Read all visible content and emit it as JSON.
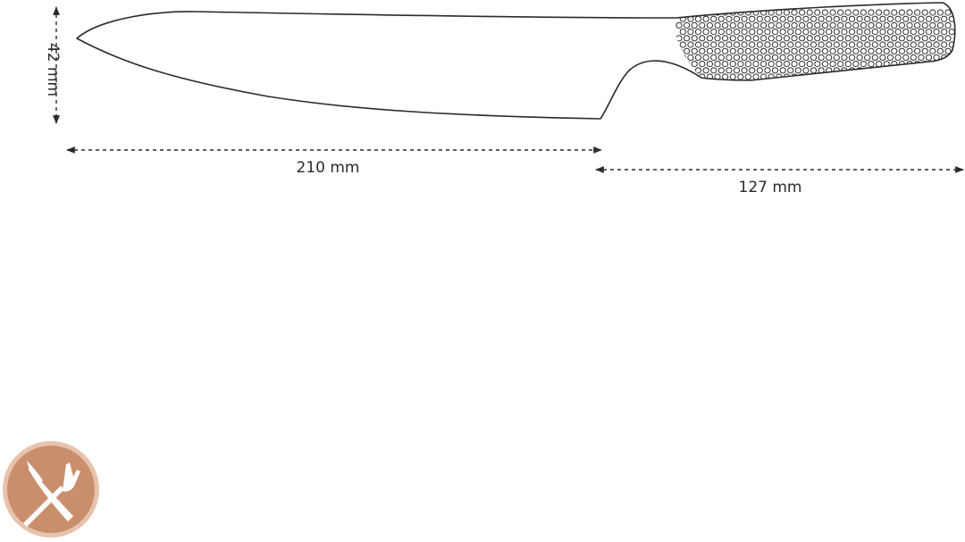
{
  "dimensions": {
    "height": "42 mm",
    "blade_length": "210 mm",
    "handle_length": "127 mm"
  },
  "colors": {
    "outline": "#2b2b2b",
    "badge": "#c98f6d",
    "badge_ring": "#e7c3ad",
    "badge_icon": "#ffffff"
  },
  "badge": {
    "icon": "knife-and-fork-icon"
  }
}
